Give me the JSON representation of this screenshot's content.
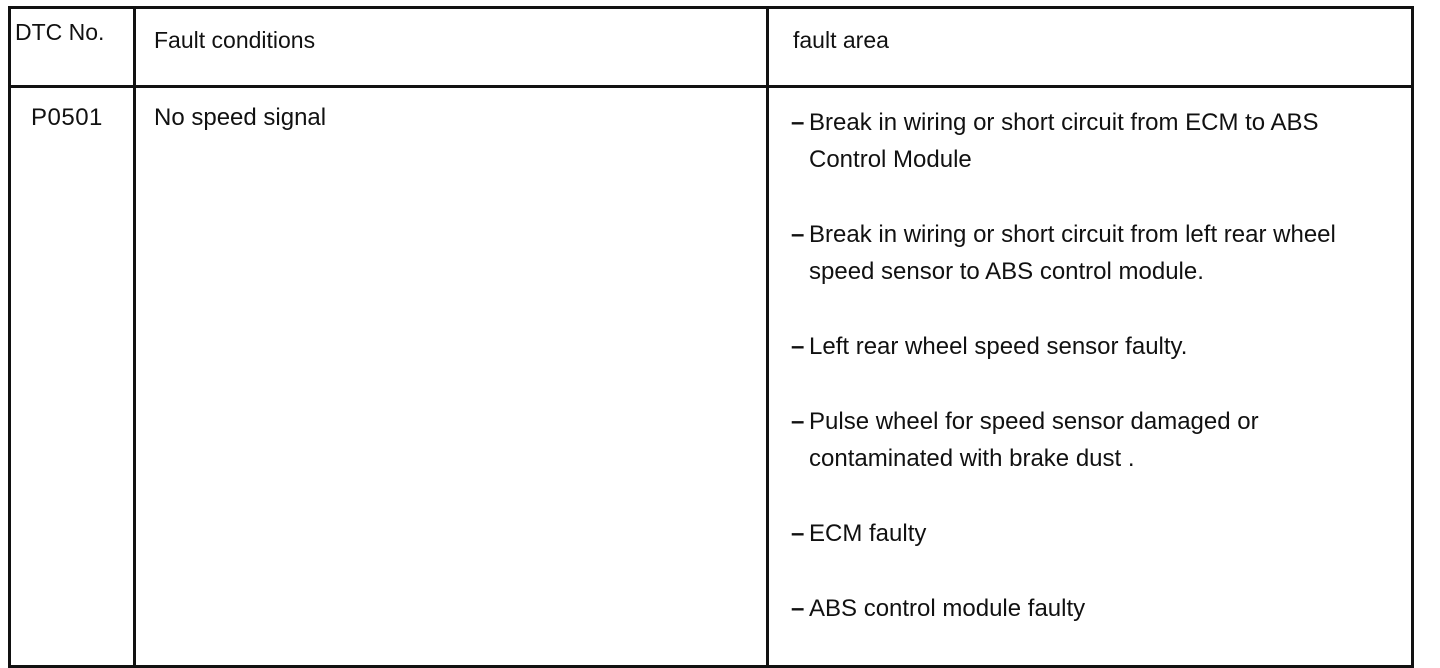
{
  "table": {
    "headers": {
      "dtc": "DTC No.",
      "conditions": "Fault conditions",
      "area": "fault area"
    },
    "rows": [
      {
        "dtc": "P0501",
        "conditions": "No speed signal",
        "areas": [
          {
            "dash": "–",
            "text": "Break in wiring or short circuit from ECM to ABS Control Module"
          },
          {
            "dash": "–",
            "text": "Break in wiring or short circuit from left rear wheel speed sensor to ABS control module."
          },
          {
            "dash": "–",
            "text": "Left rear wheel speed sensor faulty."
          },
          {
            "dash": "–",
            "text": "Pulse wheel for speed sensor damaged or contaminated with brake dust ."
          },
          {
            "dash": "–",
            "text": "ECM faulty"
          },
          {
            "dash": "–",
            "text": "ABS control module faulty"
          }
        ]
      }
    ]
  }
}
